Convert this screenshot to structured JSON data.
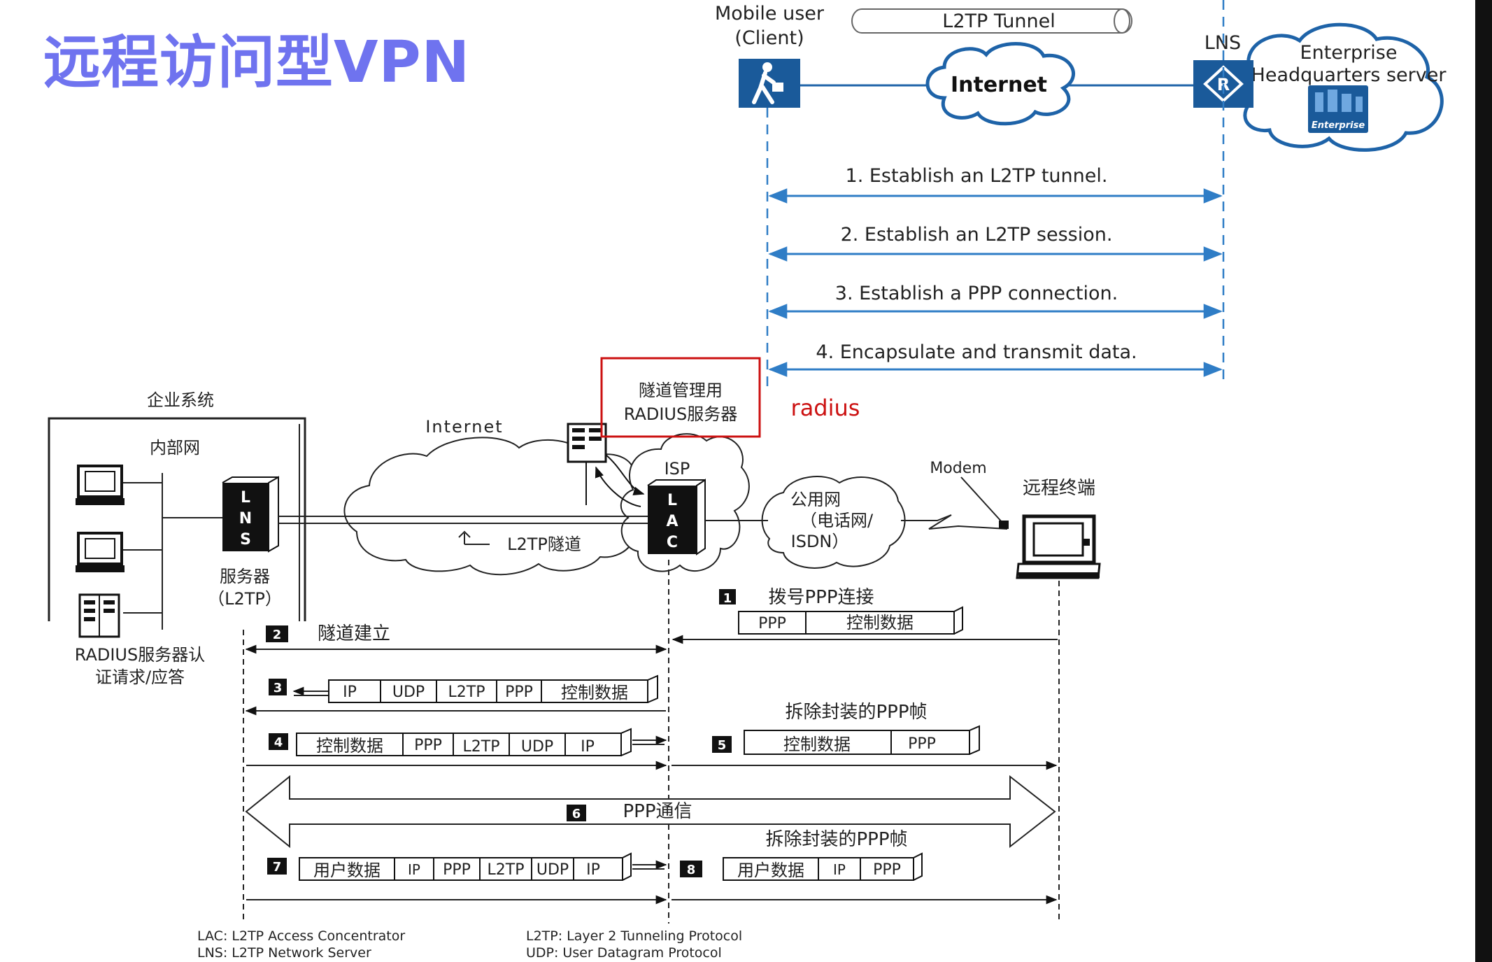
{
  "title": "远程访问型VPN",
  "top": {
    "mobile_user_line1": "Mobile user",
    "mobile_user_line2": "(Client)",
    "tunnel_label": "L2TP Tunnel",
    "internet_label": "Internet",
    "lns_label": "LNS",
    "enterprise_line1": "Enterprise",
    "enterprise_line2": "Headquarters server",
    "enterprise_badge": "Enterprise",
    "lns_router_glyph": "R",
    "steps": [
      "1. Establish an L2TP tunnel.",
      "2. Establish an L2TP session.",
      "3. Establish a PPP connection.",
      "4. Encapsulate and transmit data."
    ]
  },
  "bottom": {
    "enterprise_system": "企业系统",
    "intranet": "内部网",
    "lns_letters": [
      "L",
      "N",
      "S"
    ],
    "lac_letters": [
      "L",
      "A",
      "C"
    ],
    "server_line1": "服务器",
    "server_line2": "（L2TP）",
    "radius_auth_line1": "RADIUS服务器认",
    "radius_auth_line2": "证请求/应答",
    "internet": "Internet",
    "isp": "ISP",
    "tunnel": "L2TP隧道",
    "radius_box_line1": "隧道管理用",
    "radius_box_line2": "RADIUS服务器",
    "radius_note": "radius",
    "public_net_line1": "公用网",
    "public_net_line2": "（电话网/",
    "public_net_line3": "ISDN）",
    "modem": "Modem",
    "remote_terminal": "远程终端",
    "step_nums": [
      "1",
      "2",
      "3",
      "4",
      "5",
      "6",
      "7",
      "8"
    ],
    "step1_label": "拨号PPP连接",
    "step2_label": "隧道建立",
    "step5_title": "拆除封装的PPP帧",
    "step6_label": "PPP通信",
    "step8_title": "拆除封装的PPP帧",
    "packet1": [
      "PPP",
      "控制数据"
    ],
    "packet3": [
      "IP",
      "UDP",
      "L2TP",
      "PPP",
      "控制数据"
    ],
    "packet4": [
      "控制数据",
      "PPP",
      "L2TP",
      "UDP",
      "IP"
    ],
    "packet5": [
      "控制数据",
      "PPP"
    ],
    "packet7": [
      "用户数据",
      "IP",
      "PPP",
      "L2TP",
      "UDP",
      "IP"
    ],
    "packet8": [
      "用户数据",
      "IP",
      "PPP"
    ],
    "legend": [
      "LAC: L2TP Access Concentrator",
      "LNS: L2TP Network Server",
      "L2TP: Layer 2 Tunneling Protocol",
      "UDP: User Datagram Protocol"
    ]
  },
  "colors": {
    "title": "#6f73ef",
    "blue_icon": "#1a5a9a",
    "cloud_stroke": "#1e63a8",
    "arrow_blue": "#2f7dc6",
    "radius_red": "#cc1111"
  }
}
